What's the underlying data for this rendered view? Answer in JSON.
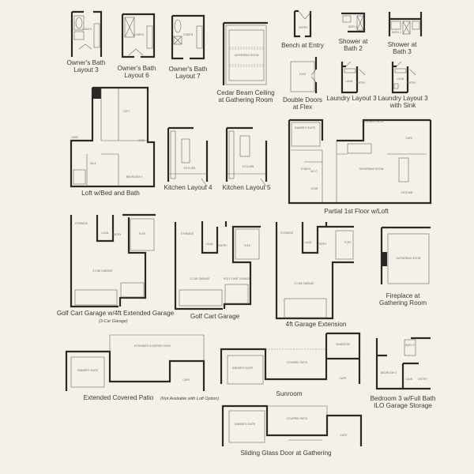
{
  "options": [
    {
      "id": "owners-bath-3",
      "caption": [
        "Owner's Bath",
        "Layout 3"
      ],
      "rooms": [
        "O.BATH"
      ]
    },
    {
      "id": "owners-bath-6",
      "caption": [
        "Owner's Bath",
        "Layout 6"
      ],
      "rooms": [
        "O.BATH"
      ]
    },
    {
      "id": "owners-bath-7",
      "caption": [
        "Owner's Bath",
        "Layout 7"
      ],
      "rooms": [
        "O.BATH"
      ]
    },
    {
      "id": "cedar-beam",
      "caption": [
        "Cedar Beam Ceiling",
        "at Gathering Room"
      ],
      "rooms": [
        "GATHERING ROOM"
      ]
    },
    {
      "id": "bench-entry",
      "caption": [
        "Bench at Entry"
      ],
      "rooms": [
        "ENTRY"
      ]
    },
    {
      "id": "shower-bath-2",
      "caption": [
        "Shower at",
        "Bath 2"
      ],
      "rooms": [
        "BATH 2"
      ]
    },
    {
      "id": "shower-bath-3",
      "caption": [
        "Shower at",
        "Bath 3"
      ],
      "rooms": [
        "BATH 3"
      ]
    },
    {
      "id": "double-doors-flex",
      "caption": [
        "Double Doors",
        "at Flex"
      ],
      "rooms": [
        "FLEX"
      ]
    },
    {
      "id": "laundry-3",
      "caption": [
        "Laundry Layout 3"
      ],
      "rooms": [
        "LAUN",
        "ENTRY"
      ]
    },
    {
      "id": "laundry-3-sink",
      "caption": [
        "Laundry Layout 3",
        "with Sink"
      ],
      "rooms": [
        "LAUN",
        "ENTRY"
      ]
    },
    {
      "id": "loft-bed-bath",
      "caption": [
        "Loft w/Bed and Bath"
      ],
      "rooms": [
        "LOFT",
        "BEDROOM 4",
        "BA 4",
        "HVAC",
        "HVAC"
      ]
    },
    {
      "id": "kitchen-4",
      "caption": [
        "Kitchen Layout 4"
      ],
      "rooms": [
        "KITCHEN"
      ]
    },
    {
      "id": "kitchen-5",
      "caption": [
        "Kitchen Layout 5"
      ],
      "rooms": [
        "KITCHEN"
      ]
    },
    {
      "id": "partial-1st-loft",
      "caption": [
        "Partial 1st Floor w/Loft"
      ],
      "rooms": [
        "OWNER'S SUITE",
        "COVERED PATIO",
        "CAFE",
        "GATHERING ROOM",
        "KITCHEN",
        "O.BATH",
        "W.I.C.",
        "STOR"
      ]
    },
    {
      "id": "golf-cart-4ft",
      "caption": [
        "Golf Cart Garage w/4ft Extended Garage"
      ],
      "note": "(3-Car Garage)",
      "rooms": [
        "STORAGE",
        "LAUN",
        "ENTRY",
        "FLEX",
        "3 CAR GARAGE"
      ]
    },
    {
      "id": "golf-cart",
      "caption": [
        "Golf Cart Garage"
      ],
      "rooms": [
        "STORAGE",
        "LAUN",
        "ENTRY",
        "FLEX",
        "2 CAR GARAGE",
        "GOLF CART GARAGE"
      ]
    },
    {
      "id": "garage-4ft",
      "caption": [
        "4ft Garage Extension"
      ],
      "rooms": [
        "STORAGE",
        "LAUN",
        "ENTRY",
        "FLEX",
        "2 CAR GARAGE"
      ]
    },
    {
      "id": "fireplace",
      "caption": [
        "Fireplace at",
        "Gathering Room"
      ],
      "rooms": [
        "GATHERING ROOM"
      ]
    },
    {
      "id": "extended-patio",
      "caption": [
        "Extended Covered Patio"
      ],
      "note": "(Not Available with Loft Option)",
      "rooms": [
        "OWNER'S SUITE",
        "EXTENDED COVERED PATIO",
        "CAFE"
      ]
    },
    {
      "id": "sunroom",
      "caption": [
        "Sunroom"
      ],
      "rooms": [
        "OWNER'S SUITE",
        "COVERED PATIO",
        "SUNROOM",
        "CAFE"
      ]
    },
    {
      "id": "bedroom-3-full-bath",
      "caption": [
        "Bedroom 3 w/Full Bath",
        "ILO Garage Storage"
      ],
      "rooms": [
        "BEDROOM 3",
        "LAUN",
        "ENTRY",
        "BATH 3"
      ]
    },
    {
      "id": "sliding-glass",
      "caption": [
        "Sliding Glass Door at Gathering"
      ],
      "rooms": [
        "OWNER'S SUITE",
        "COVERED PATIO",
        "CAFE"
      ]
    }
  ],
  "colors": {
    "background": "#f4f1e9",
    "wall": "#2b2826",
    "text": "#3c3936"
  }
}
